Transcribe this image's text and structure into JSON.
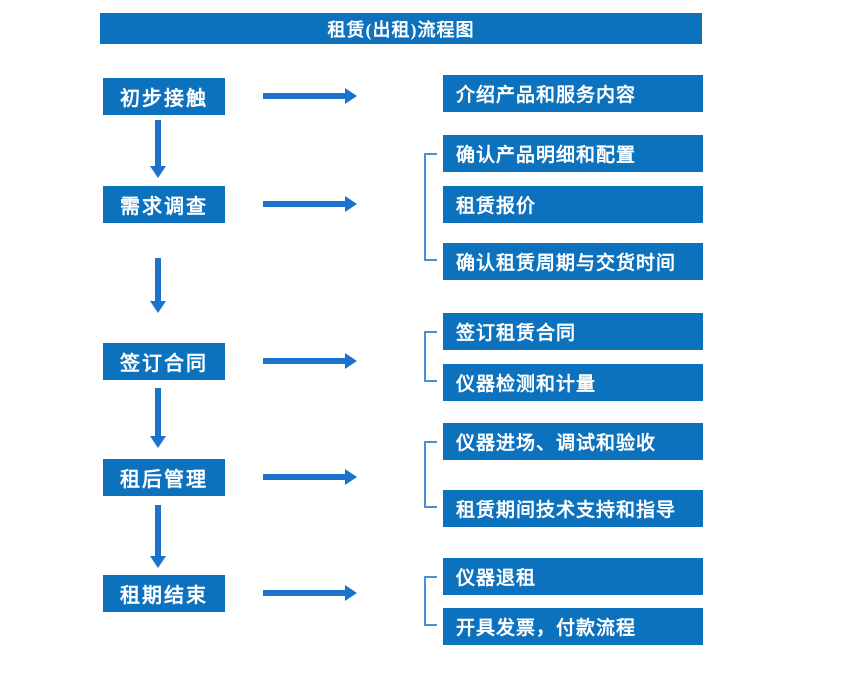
{
  "title": "租赁(出租)流程图",
  "colors": {
    "box_blue": "#0d72bd",
    "arrow_blue": "#1b73cb",
    "bracket_blue": "#4a8fd0",
    "text_white": "#ffffff"
  },
  "stages": [
    {
      "label": "初步接触",
      "details": [
        "介绍产品和服务内容"
      ]
    },
    {
      "label": "需求调查",
      "details": [
        "确认产品明细和配置",
        "租赁报价",
        "确认租赁周期与交货时间"
      ]
    },
    {
      "label": "签订合同",
      "details": [
        "签订租赁合同",
        "仪器检测和计量"
      ]
    },
    {
      "label": "租后管理",
      "details": [
        "仪器进场、调试和验收",
        "租赁期间技术支持和指导"
      ]
    },
    {
      "label": "租期结束",
      "details": [
        "仪器退租",
        "开具发票，付款流程"
      ]
    }
  ]
}
